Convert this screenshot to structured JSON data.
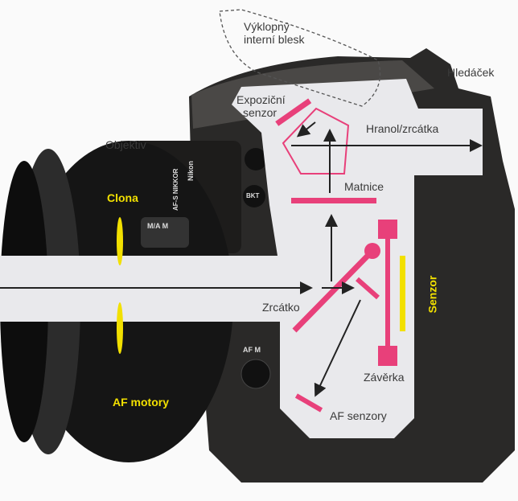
{
  "labels": {
    "flash": [
      "Výklopný",
      "interní blesk"
    ],
    "viewfinder": "Hledáček",
    "exposure_sensor": [
      "Expoziční",
      "senzor"
    ],
    "prism": "Hranol/zrcátka",
    "lens": "Objektiv",
    "aperture": "Clona",
    "focusing_screen": "Matnice",
    "mirror": "Zrcátko",
    "sensor": "Senzor",
    "af_motors": "AF motory",
    "shutter": "Závěrka",
    "af_sensors": "AF senzory"
  },
  "camera_markings": {
    "brand": "Nikon",
    "lens_name": "AF-S NIKKOR",
    "lens_switch": "M/A  M",
    "bkt_button": "BKT",
    "focus_switch": "AF  M"
  },
  "colors": {
    "component": "#e8407a",
    "lens_parts": "#f2e000",
    "arrow": "#222222",
    "panel": "#e9e9ec"
  }
}
